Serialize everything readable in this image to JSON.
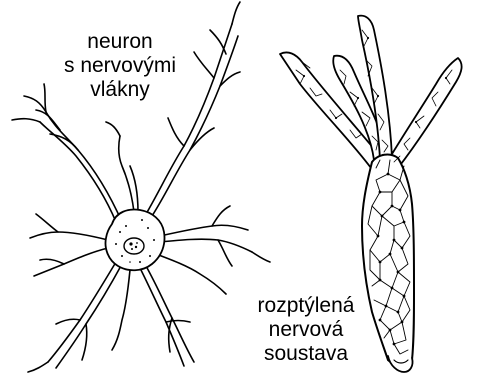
{
  "figure": {
    "neuron_label": [
      "neuron",
      "s nervovými",
      "vlákny"
    ],
    "nervous_system_label": [
      "rozptýlená",
      "nervová",
      "soustava"
    ],
    "ink_color": "#000000",
    "paper_color": "#ffffff"
  }
}
